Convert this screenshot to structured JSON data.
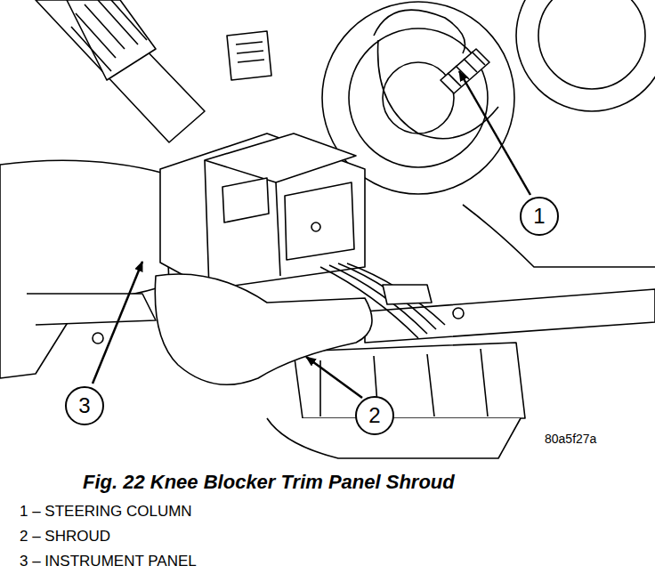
{
  "diagram": {
    "caption": "Fig. 22 Knee Blocker Trim Panel Shroud",
    "nodes": [
      {
        "text": [
          "1"
        ]
      },
      {
        "text": [
          "3"
        ]
      },
      {
        "text": [
          "2"
        ]
      }
    ],
    "labels": [
      "80a5f27a",
      "1 – STEERING COLUMN",
      "2 – SHROUD",
      "3 – INSTRUMENT PANEL"
    ]
  }
}
